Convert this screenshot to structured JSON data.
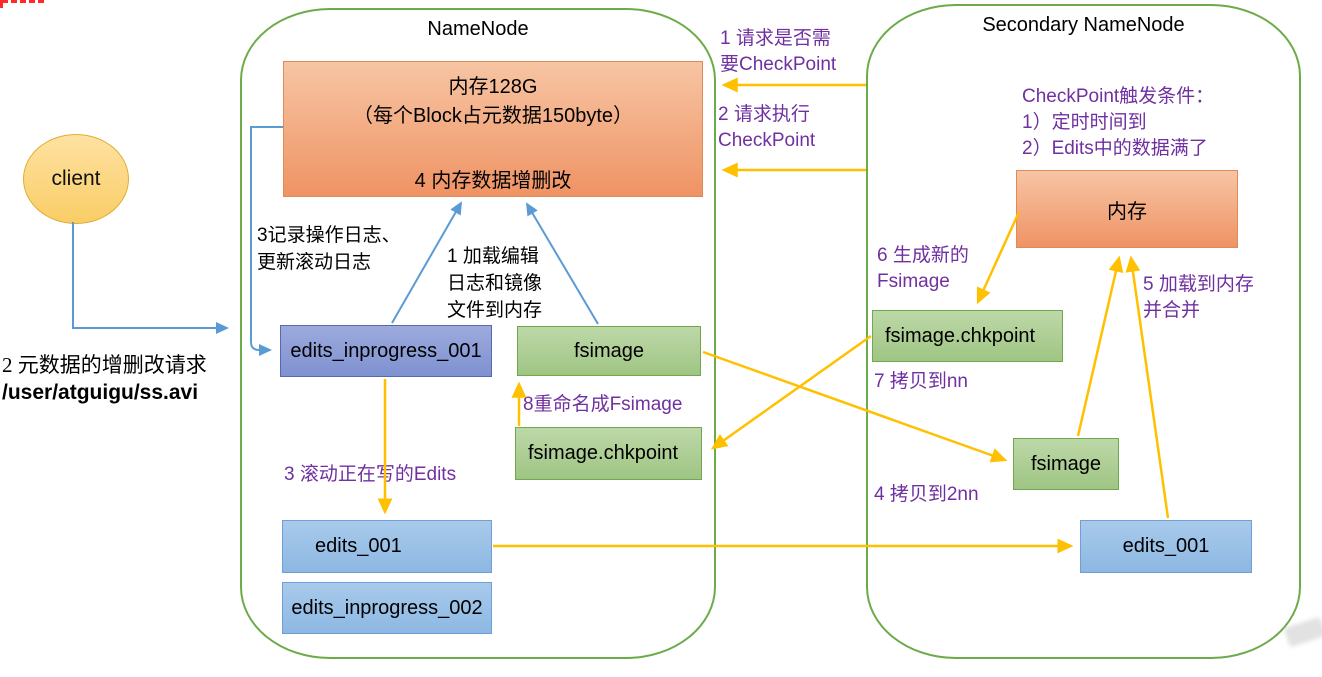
{
  "diagram": {
    "namenode": {
      "title": "NameNode",
      "memory_box": {
        "line1": "内存128G",
        "line2": "（每个Block占元数据150byte）",
        "line3": "4 内存数据增删改"
      },
      "edits_inprogress_001": "edits_inprogress_001",
      "fsimage": "fsimage",
      "fsimage_chkpoint": "fsimage.chkpoint",
      "edits_001": "edits_001",
      "edits_inprogress_002": "edits_inprogress_002",
      "label_record_log_line1": "3记录操作日志、",
      "label_record_log_line2": "更新滚动日志",
      "label_load_line1": "1 加载编辑",
      "label_load_line2": "日志和镜像",
      "label_load_line3": "文件到内存",
      "label_rename": "8重命名成Fsimage",
      "label_roll_edits": "3 滚动正在写的Edits"
    },
    "secondary": {
      "title": "Secondary NameNode",
      "trigger_line1": "CheckPoint触发条件：",
      "trigger_line2": "1）定时时间到",
      "trigger_line3": "2）Edits中的数据满了",
      "memory_box": "内存",
      "fsimage_chkpoint": "fsimage.chkpoint",
      "fsimage": "fsimage",
      "edits_001": "edits_001",
      "label_generate_line1": "6 生成新的",
      "label_generate_line2": "Fsimage",
      "label_copy_nn": "7 拷贝到nn",
      "label_copy_2nn": "4 拷贝到2nn",
      "label_load_merge_line1": "5 加载到内存",
      "label_load_merge_line2": "并合并"
    },
    "client": {
      "label": "client",
      "request_line1": "2 元数据的增删改请求",
      "request_line2": "/user/atguigu/ss.avi"
    },
    "messages": {
      "msg1_line1": "1 请求是否需",
      "msg1_line2": "要CheckPoint",
      "msg2_line1": "2 请求执行",
      "msg2_line2": "CheckPoint"
    },
    "colors": {
      "purple_label": "#7030A0",
      "arrow_yellow": "#FFC000",
      "arrow_blue": "#5B9BD5",
      "container_green": "#6CAB49",
      "box_orange": "#F2A377",
      "box_green": "#AECD95",
      "box_blue_light": "#9DC3E6",
      "box_blue_dark": "#8E9ED6",
      "client_yellow": "#FFD978"
    }
  }
}
